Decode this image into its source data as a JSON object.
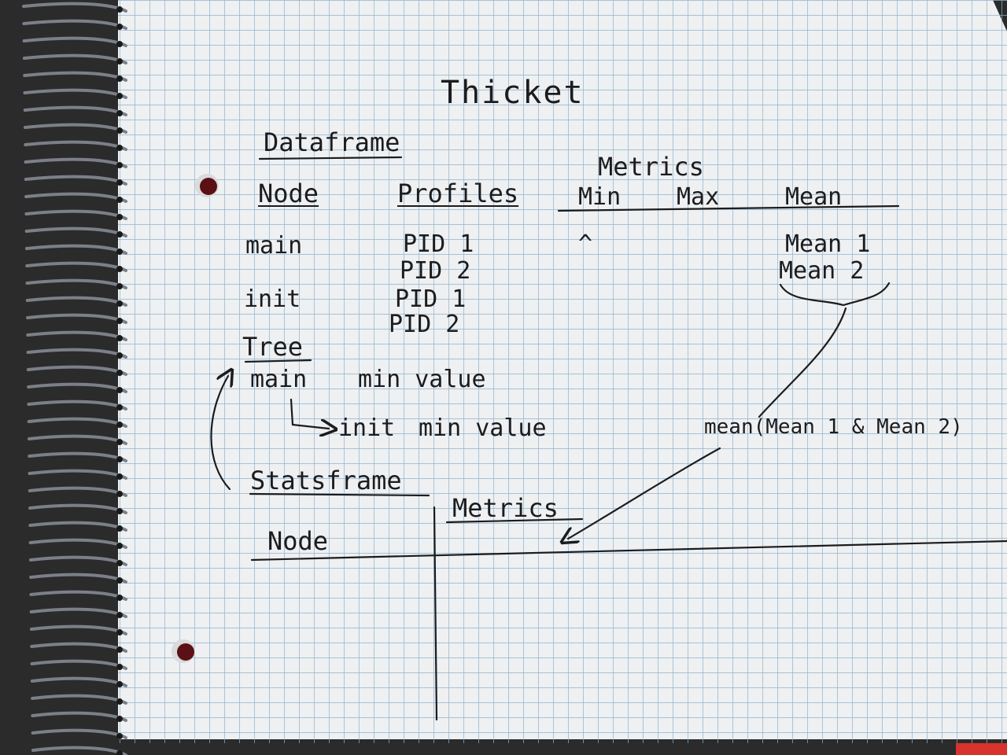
{
  "colors": {
    "paper": "#eef0f1",
    "grid": "#8fb2d0",
    "ink": "#1c1c1e",
    "spiral": "#7b8088",
    "hole": "#5a1015",
    "surface": "#2b2b2b",
    "corner_tab": "#d8332c"
  },
  "icons": [
    "spiral-binding-icon",
    "punch-hole-icon",
    "arrow-icon",
    "brace-icon"
  ],
  "title": "Thicket",
  "dataframe": {
    "heading": "Dataframe",
    "node_header": "Node",
    "profiles_header": "Profiles",
    "metrics_header": "Metrics",
    "metric_columns": [
      "Min",
      "Max",
      "Mean"
    ],
    "rows": [
      {
        "node": "main",
        "profiles": [
          "PID 1",
          "PID 2"
        ],
        "min": "^",
        "means": [
          "Mean 1",
          "Mean 2"
        ]
      },
      {
        "node": "init",
        "profiles": [
          "PID 1",
          "PID 2"
        ]
      }
    ],
    "aggregate": "mean(Mean 1 & Mean 2)"
  },
  "tree": {
    "heading": "Tree",
    "root": {
      "node": "main",
      "value": "min value"
    },
    "child": {
      "node": "init",
      "value": "min value"
    }
  },
  "statsframe": {
    "heading": "Statsframe",
    "metrics_header": "Metrics",
    "node_header": "Node"
  }
}
